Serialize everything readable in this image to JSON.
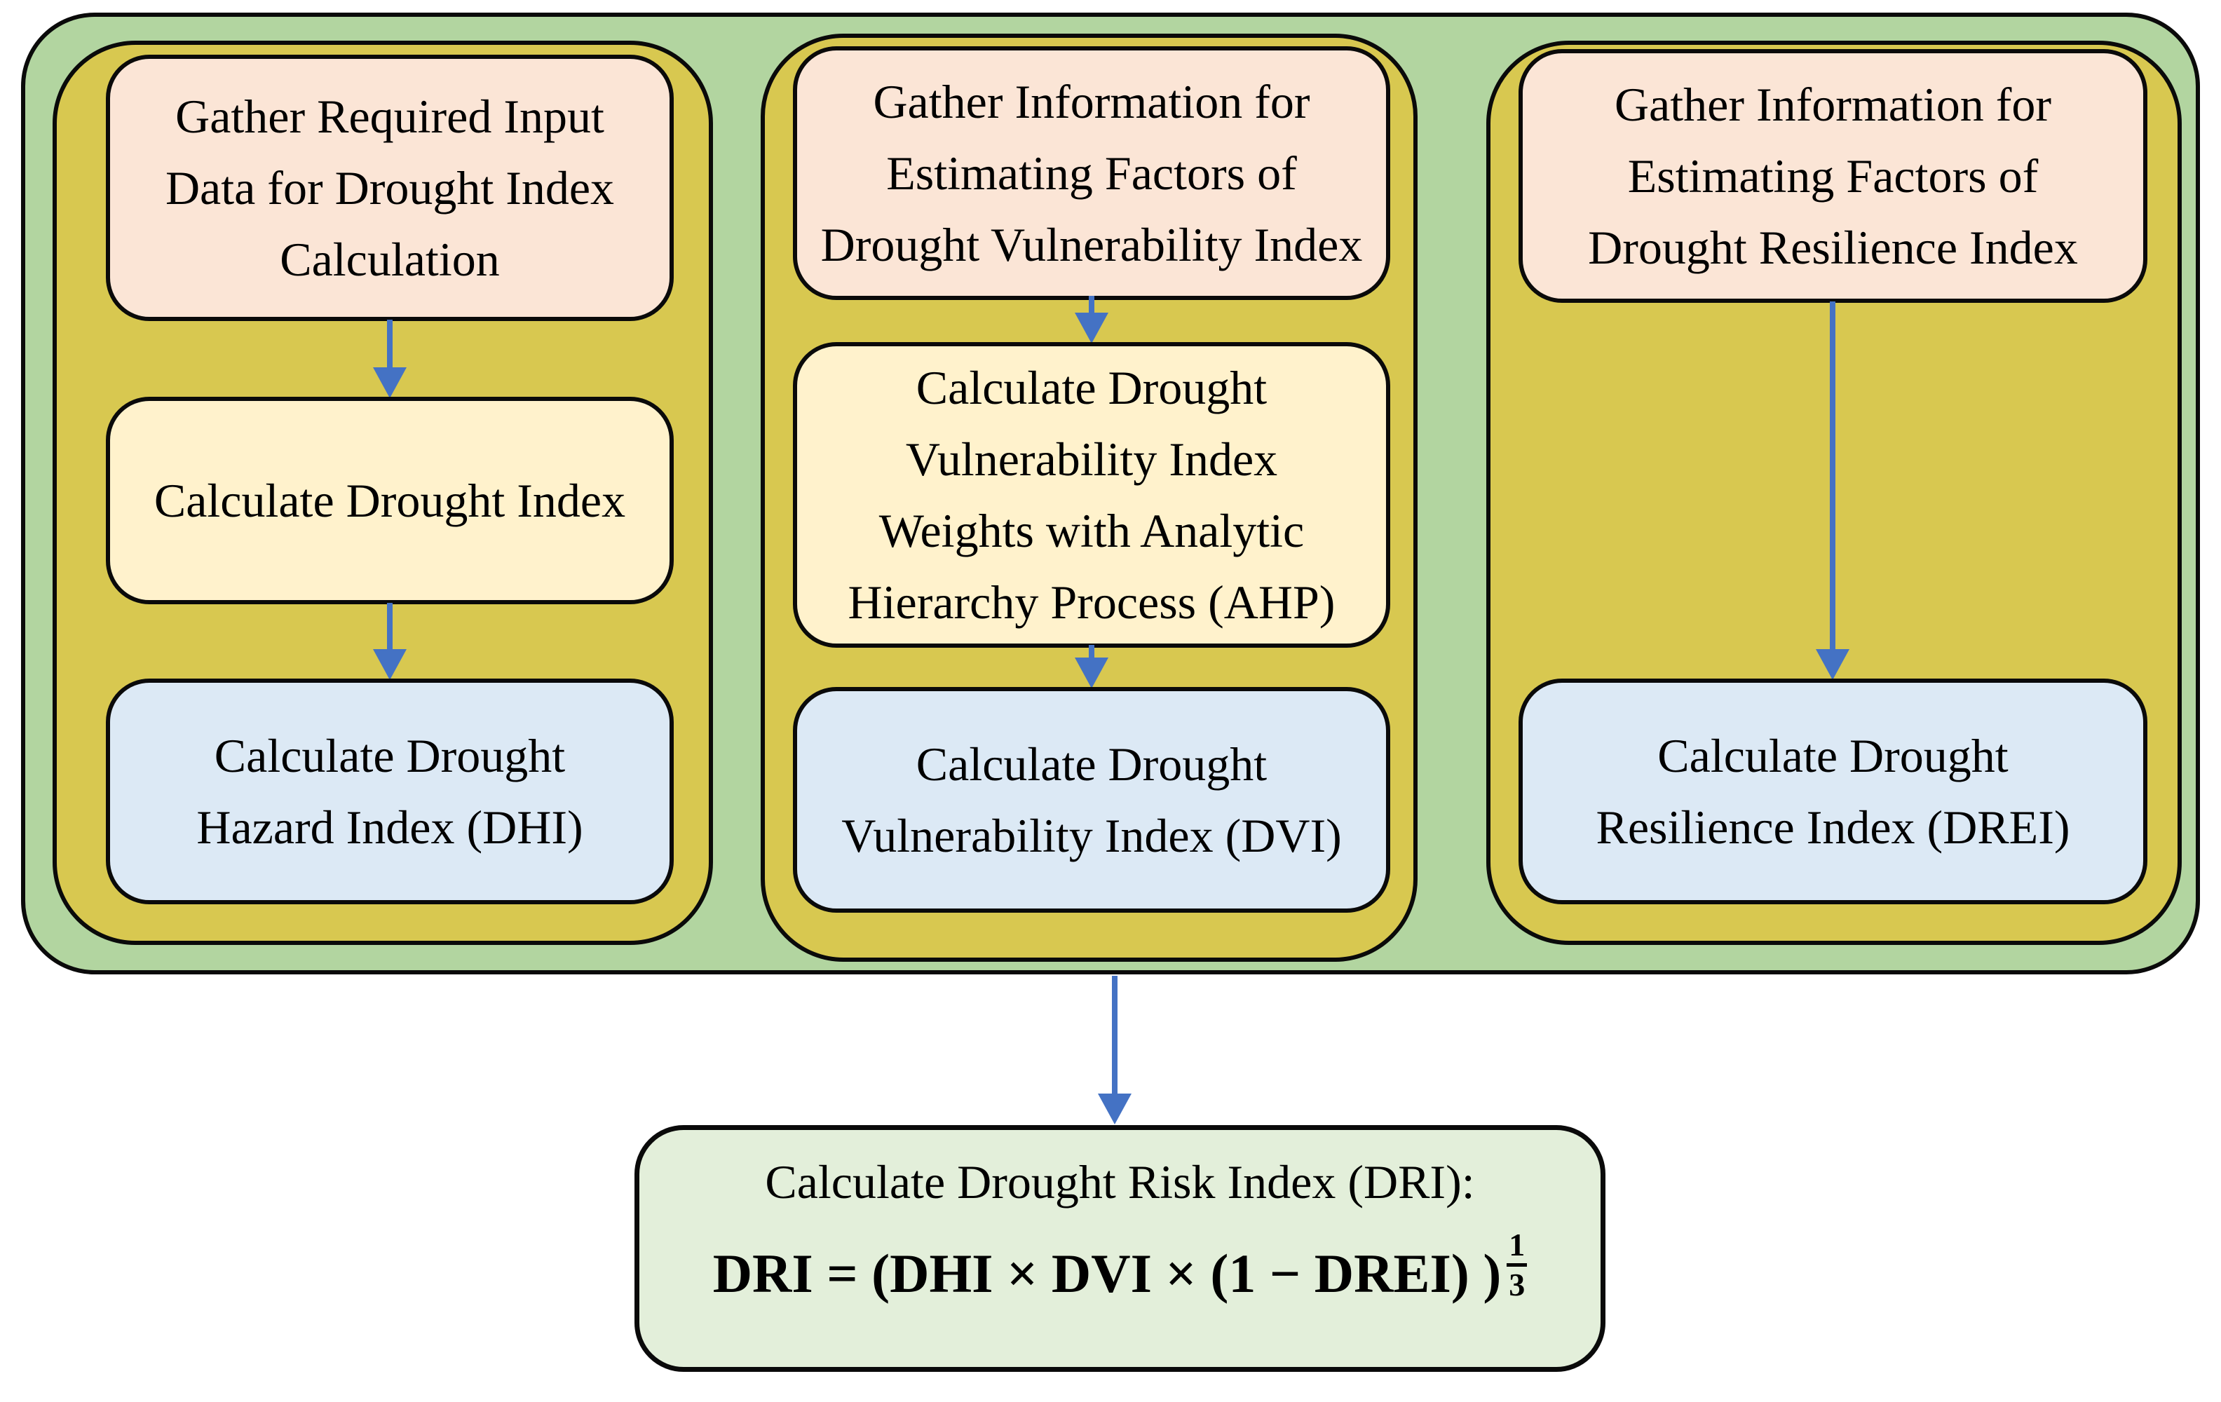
{
  "colors": {
    "outer_green": "#b2d5a0",
    "column_olive": "#d8c850",
    "step_pink": "#fbe5d6",
    "step_cream": "#fff2cc",
    "step_blue": "#dce9f5",
    "final_green": "#e3efda",
    "arrow_blue": "#4472c4",
    "ink": "#0a0a0a"
  },
  "columns": [
    {
      "name": "drought-hazard",
      "steps": [
        {
          "kind": "pink",
          "lines": [
            "Gather Required Input",
            "Data for Drought Index",
            "Calculation"
          ]
        },
        {
          "kind": "cream",
          "lines": [
            "Calculate Drought Index"
          ]
        },
        {
          "kind": "blue",
          "lines": [
            "Calculate Drought",
            "Hazard Index (DHI)"
          ]
        }
      ]
    },
    {
      "name": "drought-vulnerability",
      "steps": [
        {
          "kind": "pink",
          "lines": [
            "Gather Information for",
            "Estimating Factors of",
            "Drought Vulnerability Index"
          ]
        },
        {
          "kind": "cream",
          "lines": [
            "Calculate Drought",
            "Vulnerability Index",
            "Weights with Analytic",
            "Hierarchy Process (AHP)"
          ]
        },
        {
          "kind": "blue",
          "lines": [
            "Calculate Drought",
            "Vulnerability Index (DVI)"
          ]
        }
      ]
    },
    {
      "name": "drought-resilience",
      "steps": [
        {
          "kind": "pink",
          "lines": [
            "Gather Information for",
            "Estimating Factors of",
            "Drought Resilience Index"
          ]
        },
        {
          "kind": "blue",
          "lines": [
            "Calculate Drought",
            "Resilience Index (DREI)"
          ]
        }
      ]
    }
  ],
  "final_box": {
    "title": "Calculate Drought Risk Index (DRI):",
    "formula_main": "DRI =  (DHI × DVI × (1 − DREI) )",
    "exponent_numerator": "1",
    "exponent_denominator": "3"
  }
}
